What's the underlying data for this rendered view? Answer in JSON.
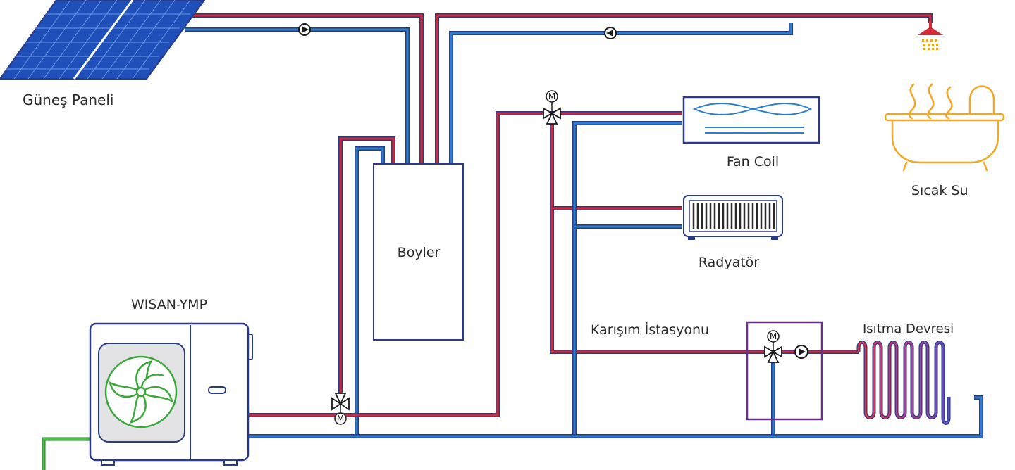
{
  "labels": {
    "solar_panel": "Güneş Paneli",
    "boiler": "Boyler",
    "fan_coil": "Fan Coil",
    "radiator": "Radyatör",
    "hot_water": "Sıcak Su",
    "heat_pump": "WISAN-YMP",
    "mixing_station": "Karışım İstasyonu",
    "heating_circuit": "Isıtma Devresi"
  },
  "valve_marker": "M",
  "colors": {
    "hot_pipe": "#d42a35",
    "cold_pipe": "#2e7fc9",
    "outline": "#2a3a8a",
    "mixing_box": "#6a2f8e",
    "ground_line": "#4cc04a",
    "water_accent": "#f5a623",
    "panel_blue": "#1f4fb8"
  },
  "icons": [
    "solar-panel-icon",
    "pump-icon",
    "motorized-valve-icon",
    "shower-icon",
    "bathtub-icon",
    "fan-coil-icon",
    "radiator-icon",
    "heat-pump-icon",
    "fan-blade-icon",
    "underfloor-coil-icon"
  ]
}
